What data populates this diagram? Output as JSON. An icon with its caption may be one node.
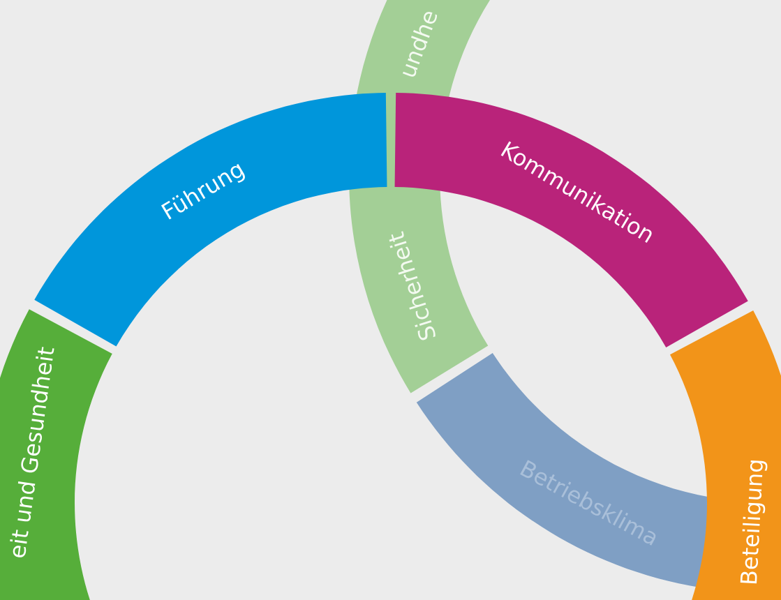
{
  "diagram": {
    "nodes": [
      {
        "text": [
          "Sicherheit",
          "undhe"
        ]
      },
      {
        "text": [
          "Führung"
        ]
      },
      {
        "text": [
          "Kommunikation"
        ]
      },
      {
        "text": [
          "eit und Gesundheit"
        ]
      },
      {
        "text": [
          "Betriebsklima"
        ]
      },
      {
        "text": [
          "Beteiligung"
        ]
      }
    ]
  }
}
